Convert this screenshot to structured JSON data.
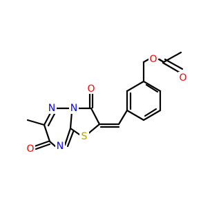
{
  "molecule": {
    "atoms": {
      "o_ester": "O",
      "o_carbonyl_acetyl": "O",
      "o_carbonyl_thiazol": "O",
      "o_carbonyl_triazine": "O",
      "n_1": "N",
      "n_2": "N",
      "n_3": "N",
      "s_1": "S"
    }
  },
  "colors": {
    "bond": "#000000",
    "oxygen": "#ff0000",
    "nitrogen": "#0000ff",
    "sulfur": "#b3a400"
  }
}
